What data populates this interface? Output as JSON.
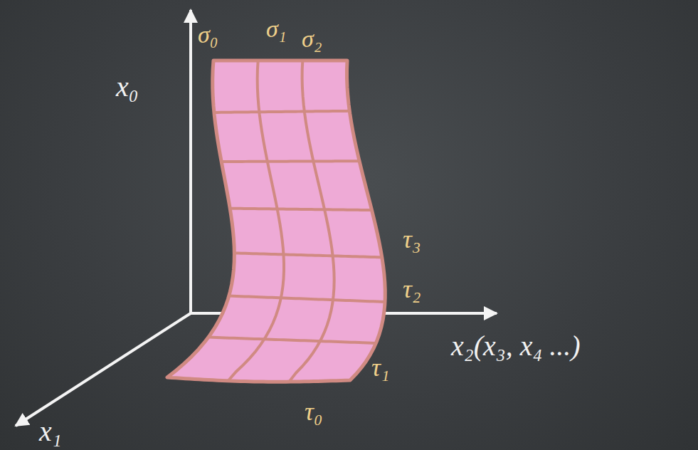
{
  "diagram": {
    "labels": [
      "x₀",
      "x₁",
      "x₂(x₃, x₄ ...)",
      "σ₀",
      "σ₁",
      "σ₂",
      "τ₀",
      "τ₁",
      "τ₂",
      "τ₃"
    ]
  }
}
